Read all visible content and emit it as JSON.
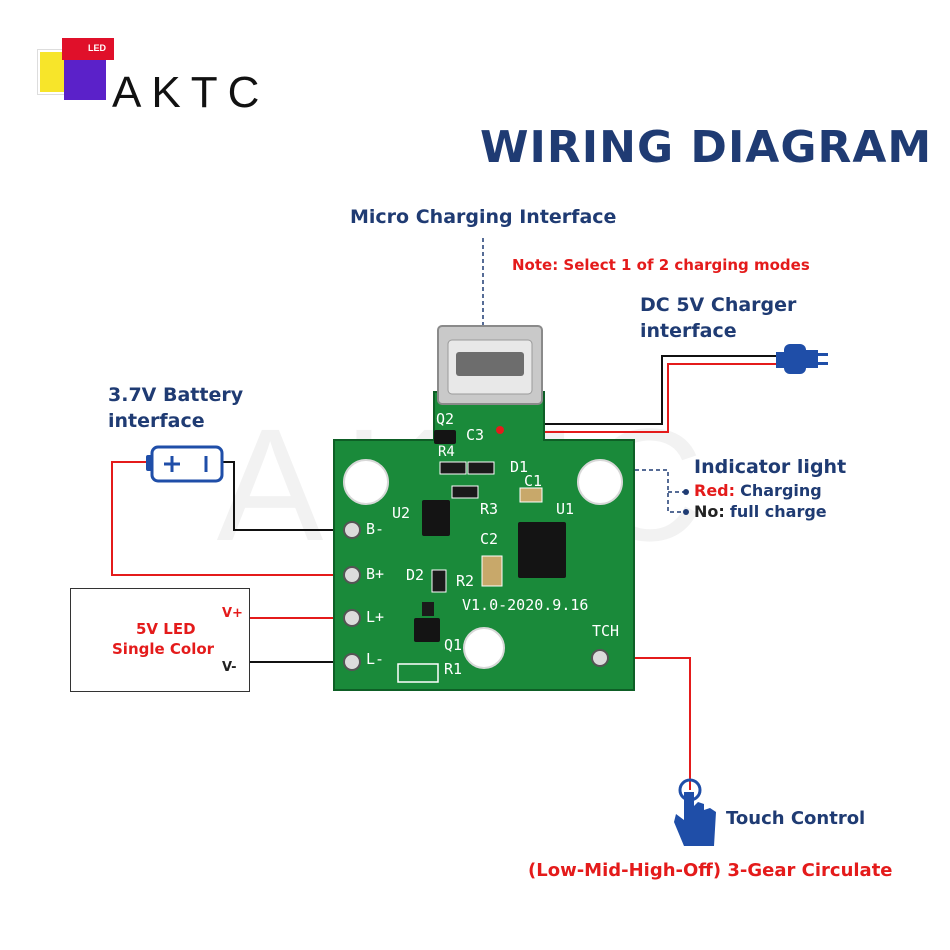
{
  "brand": {
    "logo_text": "AKTC",
    "logo_badge": "LED"
  },
  "title": "WIRING DIAGRAM",
  "labels": {
    "micro_charging": "Micro Charging Interface",
    "note": "Note: Select 1 of 2 charging modes",
    "dc_charger_line1": "DC 5V Charger",
    "dc_charger_line2": "interface",
    "battery_line1": "3.7V Battery",
    "battery_line2": "interface",
    "indicator_title": "Indicator light",
    "indicator_red_key": "Red:",
    "indicator_red_value": "Charging",
    "indicator_no_key": "No:",
    "indicator_no_value": "full charge",
    "led_box_line1": "5V LED",
    "led_box_line2": "Single Color",
    "vplus": "V+",
    "vminus": "V-",
    "touch_control": "Touch Control",
    "gear_circulate": "(Low-Mid-High-Off) 3-Gear Circulate"
  },
  "board_silk": {
    "q2": "Q2",
    "c3": "C3",
    "r4": "R4",
    "d1": "D1",
    "c1": "C1",
    "u2": "U2",
    "r3": "R3",
    "u1": "U1",
    "c2": "C2",
    "b_minus": "B-",
    "b_plus": "B+",
    "d2": "D2",
    "r2": "R2",
    "l_plus": "L+",
    "l_minus": "L-",
    "q1": "Q1",
    "r1": "R1",
    "version": "V1.0-2020.9.16",
    "tch": "TCH"
  },
  "colors": {
    "navy": "#1f3b73",
    "red": "#e41b1b",
    "pcb_green": "#1a8a3a",
    "wire_black": "#111111",
    "wire_red": "#e41b1b",
    "hand_blue": "#1f4ea8"
  }
}
